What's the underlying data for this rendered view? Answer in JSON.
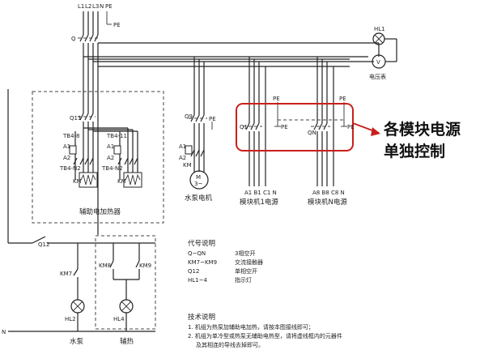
{
  "terminals": {
    "L1": "L1",
    "L2": "L2",
    "L3": "L3",
    "N": "N",
    "PE": "PE"
  },
  "breakers": {
    "Q": "Q",
    "Q11": "Q11",
    "Q9": "Q9",
    "Q1": "Q1",
    "QN": "QN",
    "Q12": "Q12"
  },
  "labels": {
    "pe": "PE",
    "hl1": "HL1",
    "voltmeter_symbol": "V",
    "voltmeter": "电压表",
    "tb4_8": "TB4-8",
    "tb4_11": "TB4-11",
    "a1": "A1",
    "a2": "A2",
    "tb4_n2": "TB4-N2",
    "km": "KM",
    "motor_m": "M",
    "motor_3": "3~",
    "pump_motor": "水泵电机",
    "aux_heater": "辅助电加热器",
    "module1_terminals": "A1 B1 C1 N",
    "module1_power": "模块机1电源",
    "modulen_terminals": "A8 B8 C8 N",
    "modulen_power": "模块机N电源",
    "n": "N",
    "km7": "KM7",
    "km8": "KM8",
    "km9": "KM9",
    "hl2": "HL2",
    "hl4": "HL4",
    "water_pump": "水泵",
    "aux_heat": "辅热"
  },
  "callout": {
    "line1": "各模块电源",
    "line2": "单独控制",
    "accent_color": "#c8201c"
  },
  "legend": {
    "title": "代号说明",
    "rows": [
      {
        "code": "Q~QN",
        "desc": "3相空开"
      },
      {
        "code": "KM7~KM9",
        "desc": "交流接触器"
      },
      {
        "code": "Q12",
        "desc": "单相空开"
      },
      {
        "code": "HL1~4",
        "desc": "指示灯"
      }
    ]
  },
  "tech_notes": {
    "title": "技术说明",
    "line1": "1. 机组为热泵加辅助电加热，请按本图接线即可；",
    "line2": "2. 机组为单冷型或热泵无辅助电热型，请将虚线框内的元器件",
    "line3": "及其相连的导线去掉即可。"
  }
}
